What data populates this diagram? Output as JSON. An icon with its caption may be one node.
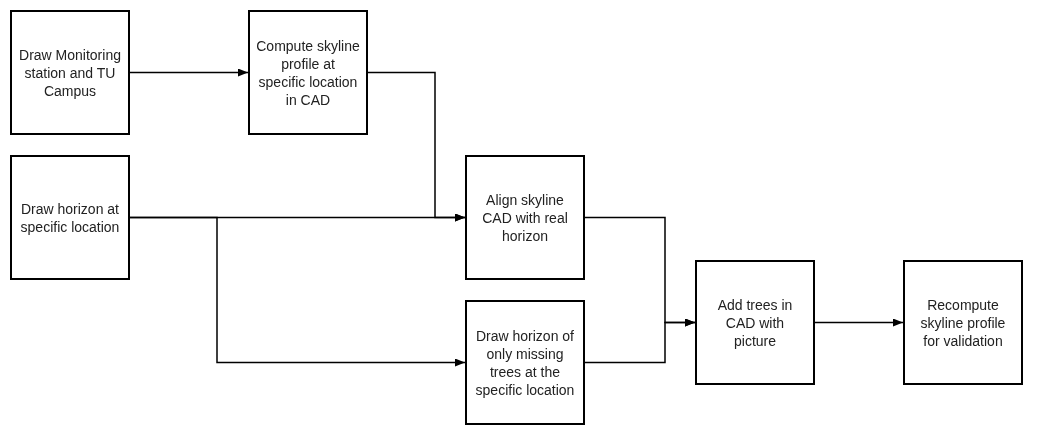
{
  "diagram": {
    "nodes": [
      {
        "text": [
          "Draw Monitoring station and TU Campus"
        ]
      },
      {
        "text": [
          "Compute skyline profile at specific location in CAD"
        ]
      },
      {
        "text": [
          "Draw horizon at specific location"
        ]
      },
      {
        "text": [
          "Align skyline CAD with real horizon"
        ]
      },
      {
        "text": [
          "Draw horizon of only missing trees at the specific location"
        ]
      },
      {
        "text": [
          "Add trees in CAD with picture"
        ]
      },
      {
        "text": [
          "Recompute skyline profile for validation"
        ]
      }
    ],
    "edges": [
      {
        "from": 0,
        "to": 1,
        "arrow": "to"
      },
      {
        "from": 1,
        "to": 3,
        "arrow": "to"
      },
      {
        "from": 2,
        "to": 3,
        "arrow": "to"
      },
      {
        "from": 2,
        "to": 4,
        "arrow": "to"
      },
      {
        "from": 3,
        "to": 5,
        "arrow": "to"
      },
      {
        "from": 4,
        "to": 5,
        "arrow": "to"
      },
      {
        "from": 5,
        "to": 6,
        "arrow": "to"
      }
    ]
  }
}
